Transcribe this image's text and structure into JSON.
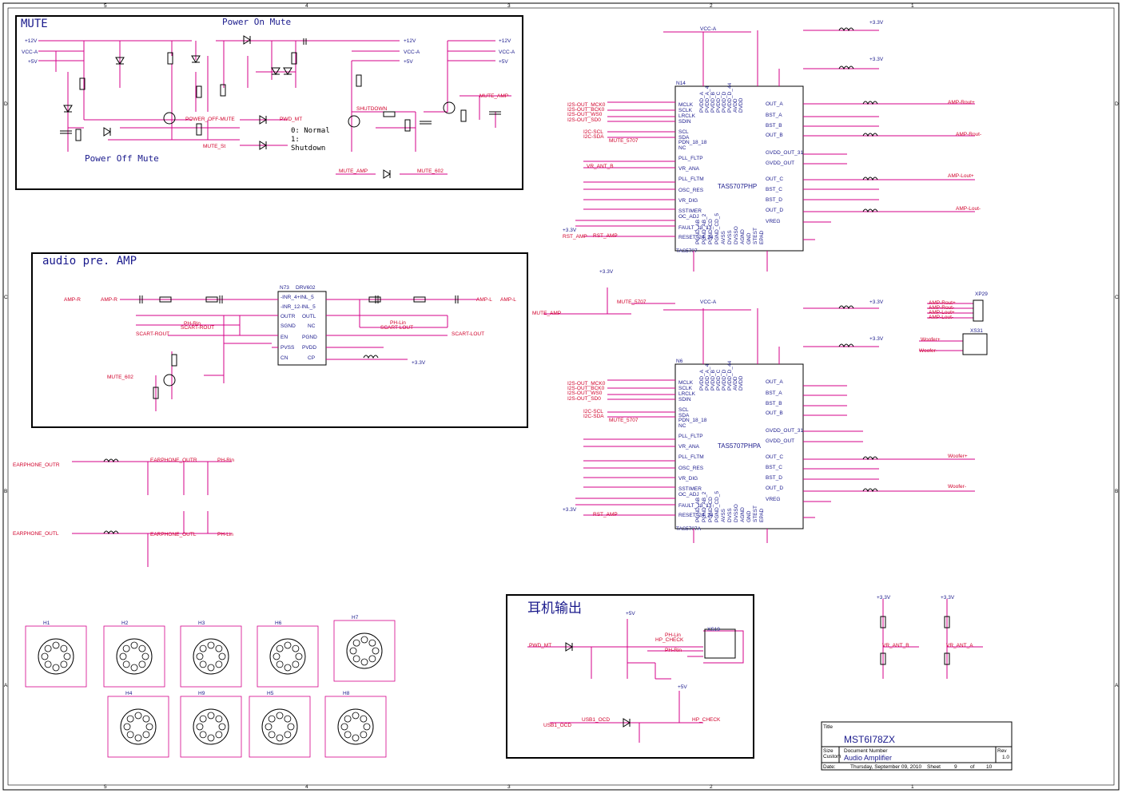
{
  "sections": {
    "mute": {
      "title": "MUTE",
      "subtitle_on": "Power On Mute",
      "subtitle_off": "Power Off Mute",
      "legend": [
        "0: Normal",
        "1:",
        "Shutdown"
      ]
    },
    "preamp": {
      "title": "audio pre. AMP"
    },
    "earphone": {
      "title": "耳机输出"
    }
  },
  "rails": {
    "v12": "+12V",
    "vcca": "VCC-A",
    "v5": "+5V",
    "v33": "+3.3V",
    "vcc_a": "VCC-A",
    "v5b": "+5V"
  },
  "nets": {
    "power_off_mute": "POWER_OFF-MUTE",
    "pwd_mt": "PWD_MT",
    "mute_st": "MUTE_St",
    "shutdown": "SHUTDOWN",
    "mute_amp": "MUTE_AMP",
    "mute_602": "MUTE_602",
    "amp_r": "AMP-R",
    "amp_l": "AMP-L",
    "scart_rout": "SCART-ROUT",
    "scart_lout": "SCART-LOUT",
    "ph_rin": "PH-Rin",
    "ph_lin": "PH-Lin",
    "earphone_outr": "EARPHONE_OUTR",
    "earphone_outl": "EARPHONE_OUTL",
    "hp_check": "HP_CHECK",
    "usb1_ocd": "USB1_OCD",
    "mute_5707": "MUTE_5707",
    "amp_rout_p": "AMP-Rout+",
    "amp_rout_m": "AMP-Rout-",
    "amp_lout_p": "AMP-Lout+",
    "amp_lout_m": "AMP-Lout-",
    "woofer_p": "Woofer+",
    "woofer_m": "Woofer-",
    "vr_ant_a": "VR_ANT_A",
    "vr_ant_b": "VR_ANT_B",
    "rst_amp": "RST_AMP"
  },
  "ics": {
    "n14": {
      "ref": "N14",
      "part": "TAS5707PHP",
      "foot": "TAS5707"
    },
    "n6": {
      "ref": "N6",
      "part": "TAS5707PHPA",
      "foot": "TAS5707A"
    },
    "n73": {
      "ref": "N73",
      "part": "DRV602"
    }
  },
  "amp_pins_left": [
    "MCLK",
    "SCLK",
    "LRCLK",
    "SDIN",
    "SCL",
    "SDA",
    "PDN_18_18",
    "NC",
    "PLL_FLTP",
    "VR_ANA",
    "PLL_FLTM",
    "OSC_RES",
    "VR_DIG",
    "SSTIMER",
    "OC_ADJ",
    "FAULT_13_13",
    "RESET_24_24"
  ],
  "amp_pins_right": [
    "OUT_A",
    "BST_A",
    "BST_B",
    "OUT_B",
    "GVDD_OUT_31",
    "GVDD_OUT",
    "OUT_C",
    "BST_C",
    "BST_D",
    "OUT_D",
    "VREG"
  ],
  "amp_bottom_pins": [
    "PGND_AB",
    "PGND_AB_2",
    "PGND_CD",
    "PGND_CD_5",
    "AVSS",
    "DVSS",
    "DVSSO",
    "AGND",
    "GND",
    "STEST",
    "EPAD"
  ],
  "amp_top_pins": [
    "PVDD_A",
    "PVDD_A_4",
    "PVDD_B",
    "PVDD_C",
    "PVDD_D",
    "PVDD_D_44",
    "AVDD",
    "DVDD"
  ],
  "drv_pins_left": [
    "-INR_4+INL_5",
    "-INR_12-INL_5",
    "OUTR",
    "SGND",
    "EN",
    "PVSS",
    "CN"
  ],
  "drv_pins_right": [
    "OUTL",
    "NC",
    "PGND",
    "PVDD",
    "CP"
  ],
  "i2s": [
    "I2S-OUT_MCK0",
    "I2S-OUT_BCK0",
    "I2S-OUT_WS0",
    "I2S-OUT_SD0"
  ],
  "i2c": [
    "I2C-SCL",
    "I2C-SDA"
  ],
  "mounting": [
    "H1",
    "H2",
    "H3",
    "H6",
    "H7",
    "H4",
    "H9",
    "H5",
    "H8"
  ],
  "connectors": {
    "xp29": "XP29",
    "xs31": "XS31",
    "xs19": "XS19"
  },
  "title_block": {
    "title_label": "Title",
    "title": "MST6I78ZX",
    "size_label": "Size",
    "size": "Custom",
    "docnum_label": "Document Number",
    "docnum": "Audio Amplifier",
    "rev_label": "Rev",
    "rev": "1.0",
    "date_label": "Date:",
    "date": "Thursday, September 09, 2010",
    "sheet_label": "Sheet",
    "sheet": "9",
    "of": "of",
    "total": "10"
  },
  "frame": {
    "cols": [
      "5",
      "4",
      "3",
      "2",
      "1"
    ],
    "rows": [
      "D",
      "C",
      "B",
      "A"
    ]
  }
}
